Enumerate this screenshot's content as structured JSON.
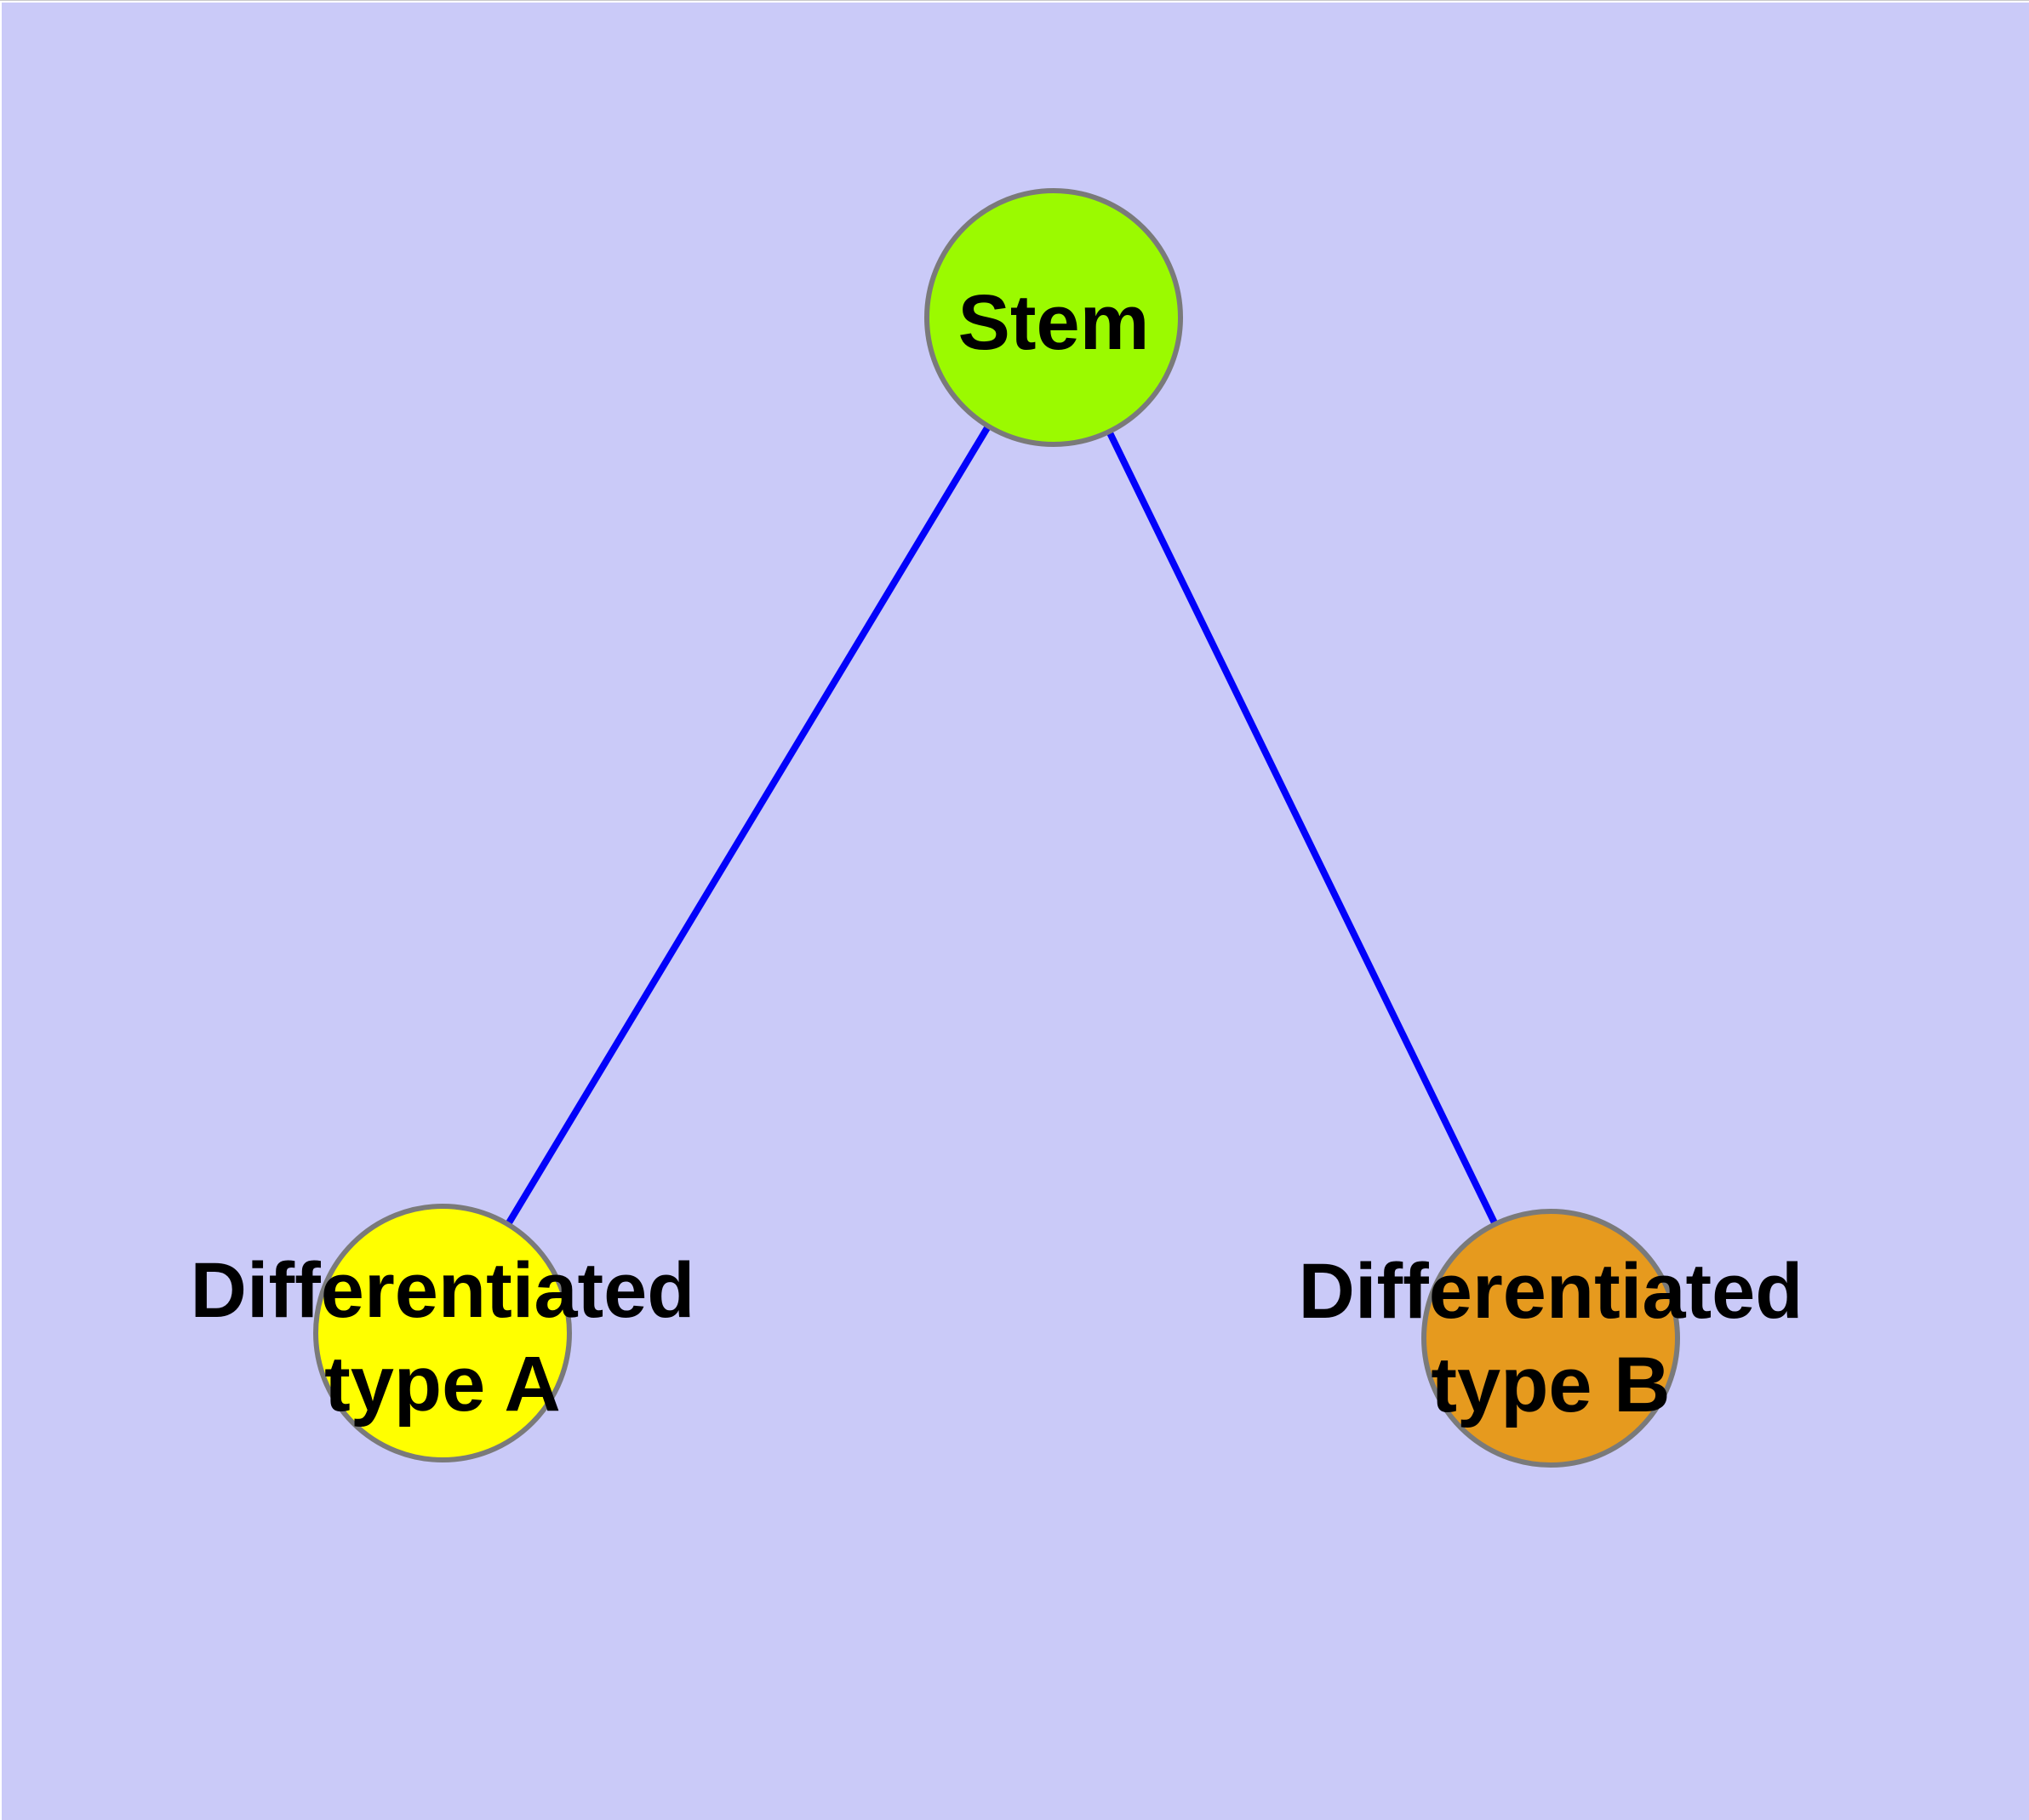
{
  "diagram": {
    "background_color": "#CACAF8",
    "edge_color": "#0202FA",
    "node_border_color": "#7A7A7A",
    "label_color": "#000000",
    "nodes": [
      {
        "id": "stem",
        "label": "Stem",
        "fill_color": "#9BFA00"
      },
      {
        "id": "differentiated-type-a",
        "label_line1": "Differentiated",
        "label_line2": "type A",
        "fill_color": "#FFFF00"
      },
      {
        "id": "differentiated-type-b",
        "label_line1": "Differentiated",
        "label_line2": "type B",
        "fill_color": "#E69A1E"
      }
    ],
    "edges": [
      {
        "from": "stem",
        "to": "differentiated-type-a"
      },
      {
        "from": "stem",
        "to": "differentiated-type-b"
      }
    ]
  }
}
